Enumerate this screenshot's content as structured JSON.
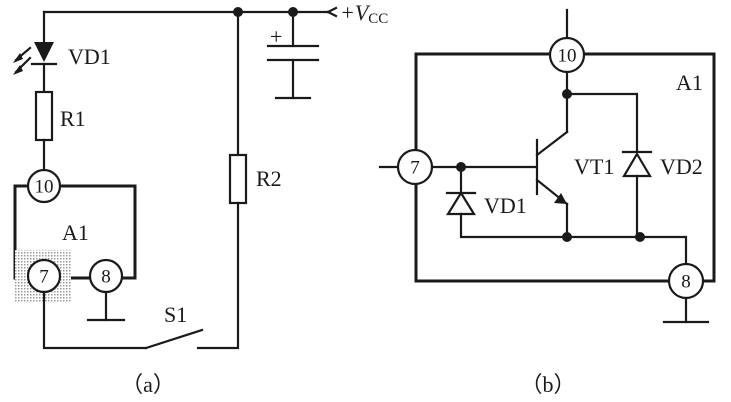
{
  "circuit_a": {
    "vcc_label": "+Vcc",
    "led_label": "VD1",
    "r1_label": "R1",
    "r2_label": "R2",
    "ic_label": "A1",
    "switch_label": "S1",
    "pin_top": "10",
    "pin_left": "7",
    "pin_right": "8",
    "caption": "（a）"
  },
  "circuit_b": {
    "ic_label": "A1",
    "pin_top": "10",
    "pin_left": "7",
    "pin_bottom": "8",
    "diode_left_label": "VD1",
    "transistor_label": "VT1",
    "diode_right_label": "VD2",
    "caption": "（b）"
  },
  "colors": {
    "ink": "#1a1a1a",
    "highlight": "#bfbfbf"
  }
}
